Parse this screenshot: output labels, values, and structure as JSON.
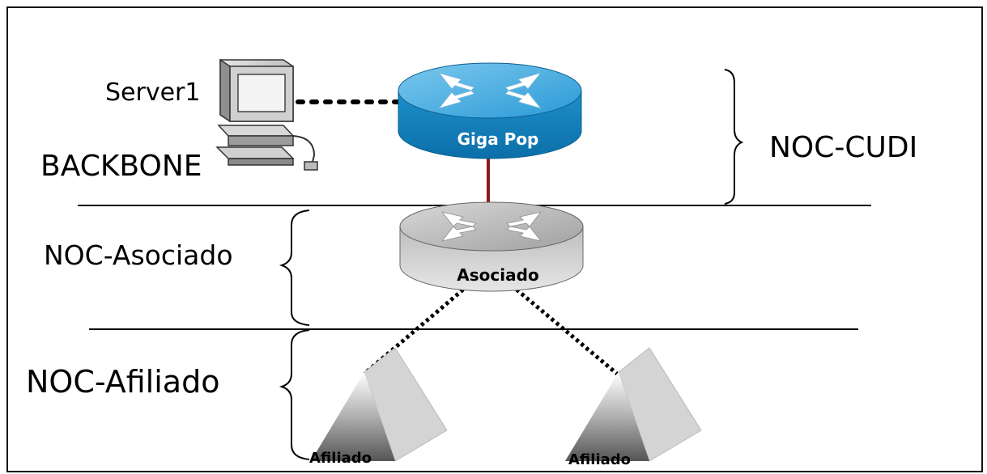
{
  "server": {
    "name": "Server1",
    "zone_label": "BACKBONE"
  },
  "routers": {
    "gigapop": {
      "label": "Giga Pop",
      "color": "#1E90C8"
    },
    "asociado": {
      "label": "Asociado",
      "color": "#A8A8A8"
    }
  },
  "zones": {
    "cudi": "NOC-CUDI",
    "asociado": "NOC-Asociado",
    "afiliado": "NOC-Afiliado"
  },
  "afiliados": [
    {
      "label": "Afiliado"
    },
    {
      "label": "Afiliado"
    }
  ],
  "colors": {
    "link_red": "#8B1A1A",
    "dotted": "#000000"
  }
}
